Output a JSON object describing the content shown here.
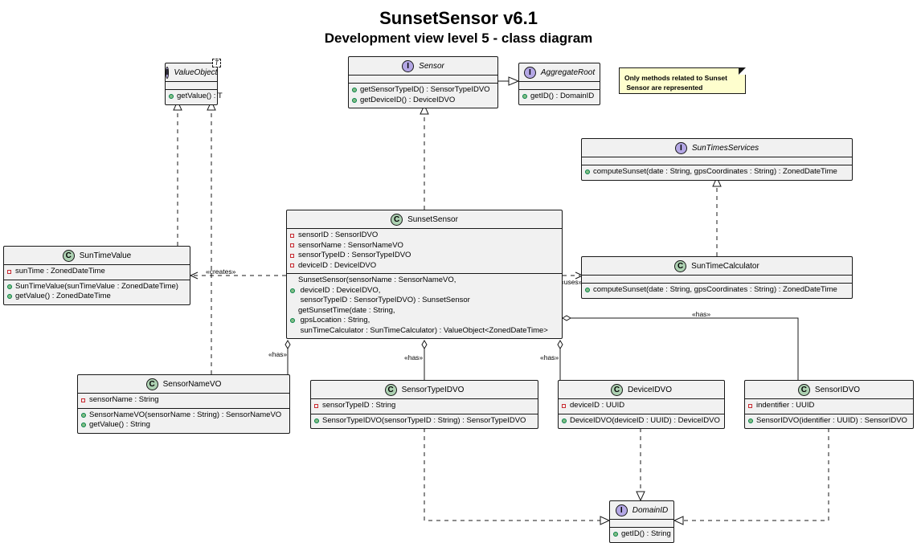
{
  "diagram": {
    "title": "SunsetSensor v6.1",
    "subtitle": "Development view level 5 - class diagram"
  },
  "note": {
    "line1": "Only methods related to Sunset",
    "line2": " Sensor are represented"
  },
  "classes": {
    "value_object": {
      "kind": "I",
      "name": "ValueObject",
      "type_param": "T",
      "attributes": [],
      "methods": [
        {
          "vis": "public",
          "text": "getValue() : T"
        }
      ]
    },
    "sensor": {
      "kind": "I",
      "name": "Sensor",
      "attributes": [],
      "methods": [
        {
          "vis": "public",
          "text": "getSensorTypeID() : SensorTypeIDVO"
        },
        {
          "vis": "public",
          "text": "getDeviceID() : DeviceIDVO"
        }
      ]
    },
    "aggregate_root": {
      "kind": "I",
      "name": "AggregateRoot",
      "attributes": [],
      "methods": [
        {
          "vis": "public",
          "text": "getID() : DomainID"
        }
      ]
    },
    "sun_times_services": {
      "kind": "I",
      "name": "SunTimesServices",
      "attributes": [],
      "methods": [
        {
          "vis": "public",
          "text": "computeSunset(date : String, gpsCoordinates : String) : ZonedDateTime"
        }
      ]
    },
    "sunset_sensor": {
      "kind": "C",
      "name": "SunsetSensor",
      "attributes": [
        {
          "vis": "private",
          "text": "sensorID : SensorIDVO"
        },
        {
          "vis": "private",
          "text": "sensorName : SensorNameVO"
        },
        {
          "vis": "private",
          "text": "sensorTypeID : SensorTypeIDVO"
        },
        {
          "vis": "private",
          "text": "deviceID : DeviceIDVO"
        }
      ],
      "methods": [
        {
          "vis": "none",
          "text": "SunsetSensor(sensorName : SensorNameVO,"
        },
        {
          "vis": "public",
          "text": " deviceID : DeviceIDVO,"
        },
        {
          "vis": "none",
          "text": " sensorTypeID : SensorTypeIDVO) : SunsetSensor"
        },
        {
          "vis": "none",
          "text": "getSunsetTime(date : String,"
        },
        {
          "vis": "public",
          "text": " gpsLocation : String,"
        },
        {
          "vis": "none",
          "text": " sunTimeCalculator : SunTimeCalculator) : ValueObject<ZonedDateTime>"
        }
      ]
    },
    "sun_time_value": {
      "kind": "C",
      "name": "SunTimeValue",
      "attributes": [
        {
          "vis": "private",
          "text": "sunTime : ZonedDateTime"
        }
      ],
      "methods": [
        {
          "vis": "public",
          "text": "SunTimeValue(sunTimeValue : ZonedDateTime)"
        },
        {
          "vis": "public",
          "text": "getValue() : ZonedDateTime"
        }
      ]
    },
    "sun_time_calculator": {
      "kind": "C",
      "name": "SunTimeCalculator",
      "attributes": [],
      "methods": [
        {
          "vis": "public",
          "text": "computeSunset(date : String, gpsCoordinates : String) : ZonedDateTime"
        }
      ]
    },
    "sensor_name_vo": {
      "kind": "C",
      "name": "SensorNameVO",
      "attributes": [
        {
          "vis": "private",
          "text": "sensorName : String"
        }
      ],
      "methods": [
        {
          "vis": "public",
          "text": "SensorNameVO(sensorName : String) : SensorNameVO"
        },
        {
          "vis": "public",
          "text": "getValue() : String"
        }
      ]
    },
    "sensor_type_id_vo": {
      "kind": "C",
      "name": "SensorTypeIDVO",
      "attributes": [
        {
          "vis": "private",
          "text": "sensorTypeID : String"
        }
      ],
      "methods": [
        {
          "vis": "public",
          "text": "SensorTypeIDVO(sensorTypeID : String) : SensorTypeIDVO"
        }
      ]
    },
    "device_id_vo": {
      "kind": "C",
      "name": "DeviceIDVO",
      "attributes": [
        {
          "vis": "private",
          "text": "deviceID : UUID"
        }
      ],
      "methods": [
        {
          "vis": "public",
          "text": "DeviceIDVO(deviceID : UUID) : DeviceIDVO"
        }
      ]
    },
    "sensor_id_vo": {
      "kind": "C",
      "name": "SensorIDVO",
      "attributes": [
        {
          "vis": "private",
          "text": "indentifier : UUID"
        }
      ],
      "methods": [
        {
          "vis": "public",
          "text": "SensorIDVO(identifier : UUID) : SensorIDVO"
        }
      ]
    },
    "domain_id": {
      "kind": "I",
      "name": "DomainID",
      "attributes": [],
      "methods": [
        {
          "vis": "public",
          "text": "getID() : String"
        }
      ]
    }
  },
  "edge_labels": {
    "creates": "«creates»",
    "uses": "«uses»",
    "has": "«has»"
  }
}
